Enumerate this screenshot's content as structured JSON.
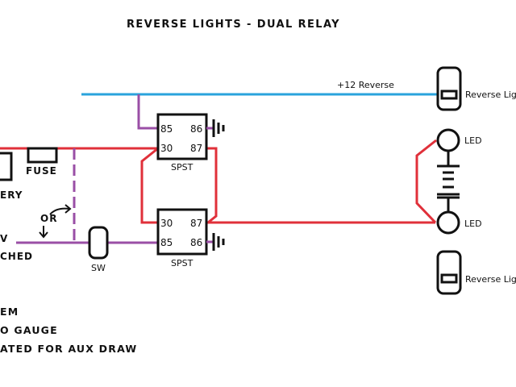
{
  "title": "REVERSE LIGHTS - DUAL RELAY",
  "colors": {
    "reverse_wire": "#2aa3dc",
    "power_wire": "#e0303a",
    "switched_wire": "#9a4fa6",
    "outline": "#111111"
  },
  "labels": {
    "fuse": "FUSE",
    "battery": "ERY",
    "switched_line1": "V",
    "switched_line2": "CHED",
    "or": "OR",
    "switch": "SW",
    "plus12_reverse": "+12 Reverse",
    "reverse_light_top": "Reverse Lig",
    "reverse_light_bottom": "Reverse Lig",
    "led_top": "LED",
    "led_bottom": "LED"
  },
  "relays": [
    {
      "name": "relay-top",
      "type": "SPST",
      "pins": {
        "top_left": "85",
        "top_right": "86",
        "bottom_left": "30",
        "bottom_right": "87"
      }
    },
    {
      "name": "relay-bottom",
      "type": "SPST",
      "pins": {
        "top_left": "30",
        "top_right": "87",
        "bottom_left": "85",
        "bottom_right": "86"
      }
    }
  ],
  "notes": [
    "EM",
    "O GAUGE",
    "ATED FOR AUX DRAW"
  ]
}
